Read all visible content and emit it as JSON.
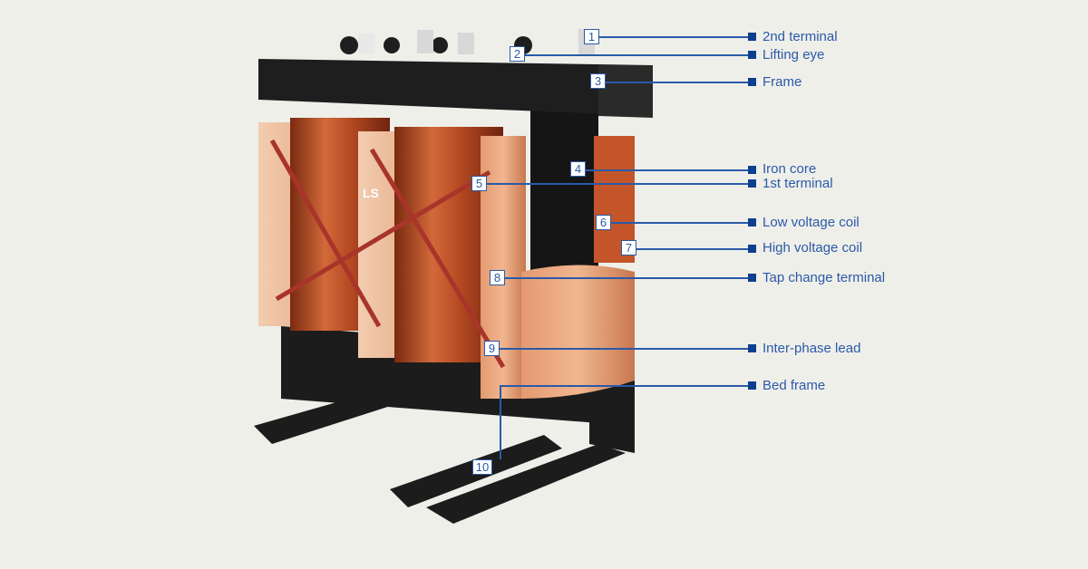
{
  "title": "Cast resin transformer components",
  "colors": {
    "accent": "#2a5aa8",
    "marker": "#0d3f8f",
    "background": "#efefea",
    "copper": "#c8653a",
    "frame": "#1e1e1e"
  },
  "logo_text": "LS",
  "callouts": [
    {
      "num": "1",
      "label": "2nd terminal"
    },
    {
      "num": "2",
      "label": "Lifting eye"
    },
    {
      "num": "3",
      "label": "Frame"
    },
    {
      "num": "4",
      "label": "Iron core"
    },
    {
      "num": "5",
      "label": "1st terminal"
    },
    {
      "num": "6",
      "label": "Low voltage coil"
    },
    {
      "num": "7",
      "label": "High voltage coil"
    },
    {
      "num": "8",
      "label": "Tap change terminal"
    },
    {
      "num": "9",
      "label": "Inter-phase lead"
    },
    {
      "num": "10",
      "label": "Bed frame"
    }
  ]
}
